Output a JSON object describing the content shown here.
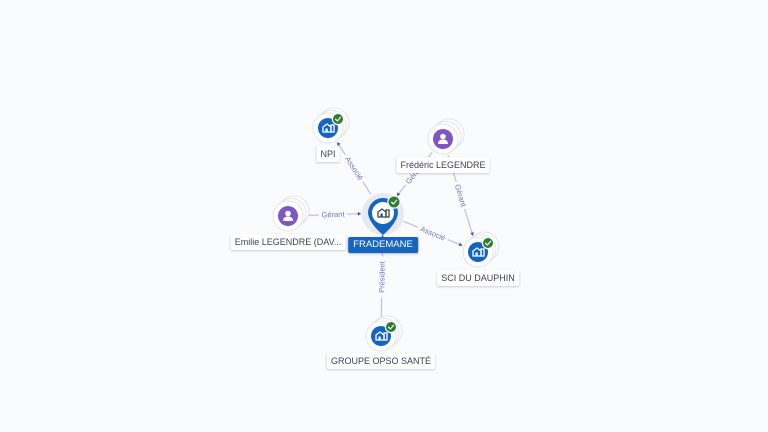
{
  "colors": {
    "company": "#1565c0",
    "person": "#7e57c2",
    "verified": "#2e7d32",
    "edge": "#b9c0ea",
    "edge_label": "#6b74c9"
  },
  "nodes": [
    {
      "id": "frademane",
      "label": "FRADEMANE",
      "kind": "company",
      "main": true,
      "verified": true,
      "icon": "building-icon"
    },
    {
      "id": "npi",
      "label": "NPI",
      "kind": "company",
      "verified": true,
      "icon": "building-icon"
    },
    {
      "id": "frederic",
      "label": "Frédéric LEGENDRE",
      "kind": "person",
      "verified": false,
      "icon": "person-icon"
    },
    {
      "id": "emilie",
      "label": "Emilie LEGENDRE (DAV...",
      "kind": "person",
      "verified": false,
      "icon": "person-icon"
    },
    {
      "id": "sci",
      "label": "SCI DU DAUPHIN",
      "kind": "company",
      "verified": true,
      "icon": "building-icon"
    },
    {
      "id": "opso",
      "label": "GROUPE OPSO SANTÉ",
      "kind": "company",
      "verified": true,
      "icon": "building-icon"
    }
  ],
  "edges": [
    {
      "from": "frademane",
      "to": "npi",
      "label": "Associé"
    },
    {
      "from": "frederic",
      "to": "frademane",
      "label": "Gérant"
    },
    {
      "from": "emilie",
      "to": "frademane",
      "label": "Gérant"
    },
    {
      "from": "frademane",
      "to": "sci",
      "label": "Associé"
    },
    {
      "from": "frederic",
      "to": "sci",
      "label": "Gérant"
    },
    {
      "from": "opso",
      "to": "frademane",
      "label": "Président"
    }
  ]
}
